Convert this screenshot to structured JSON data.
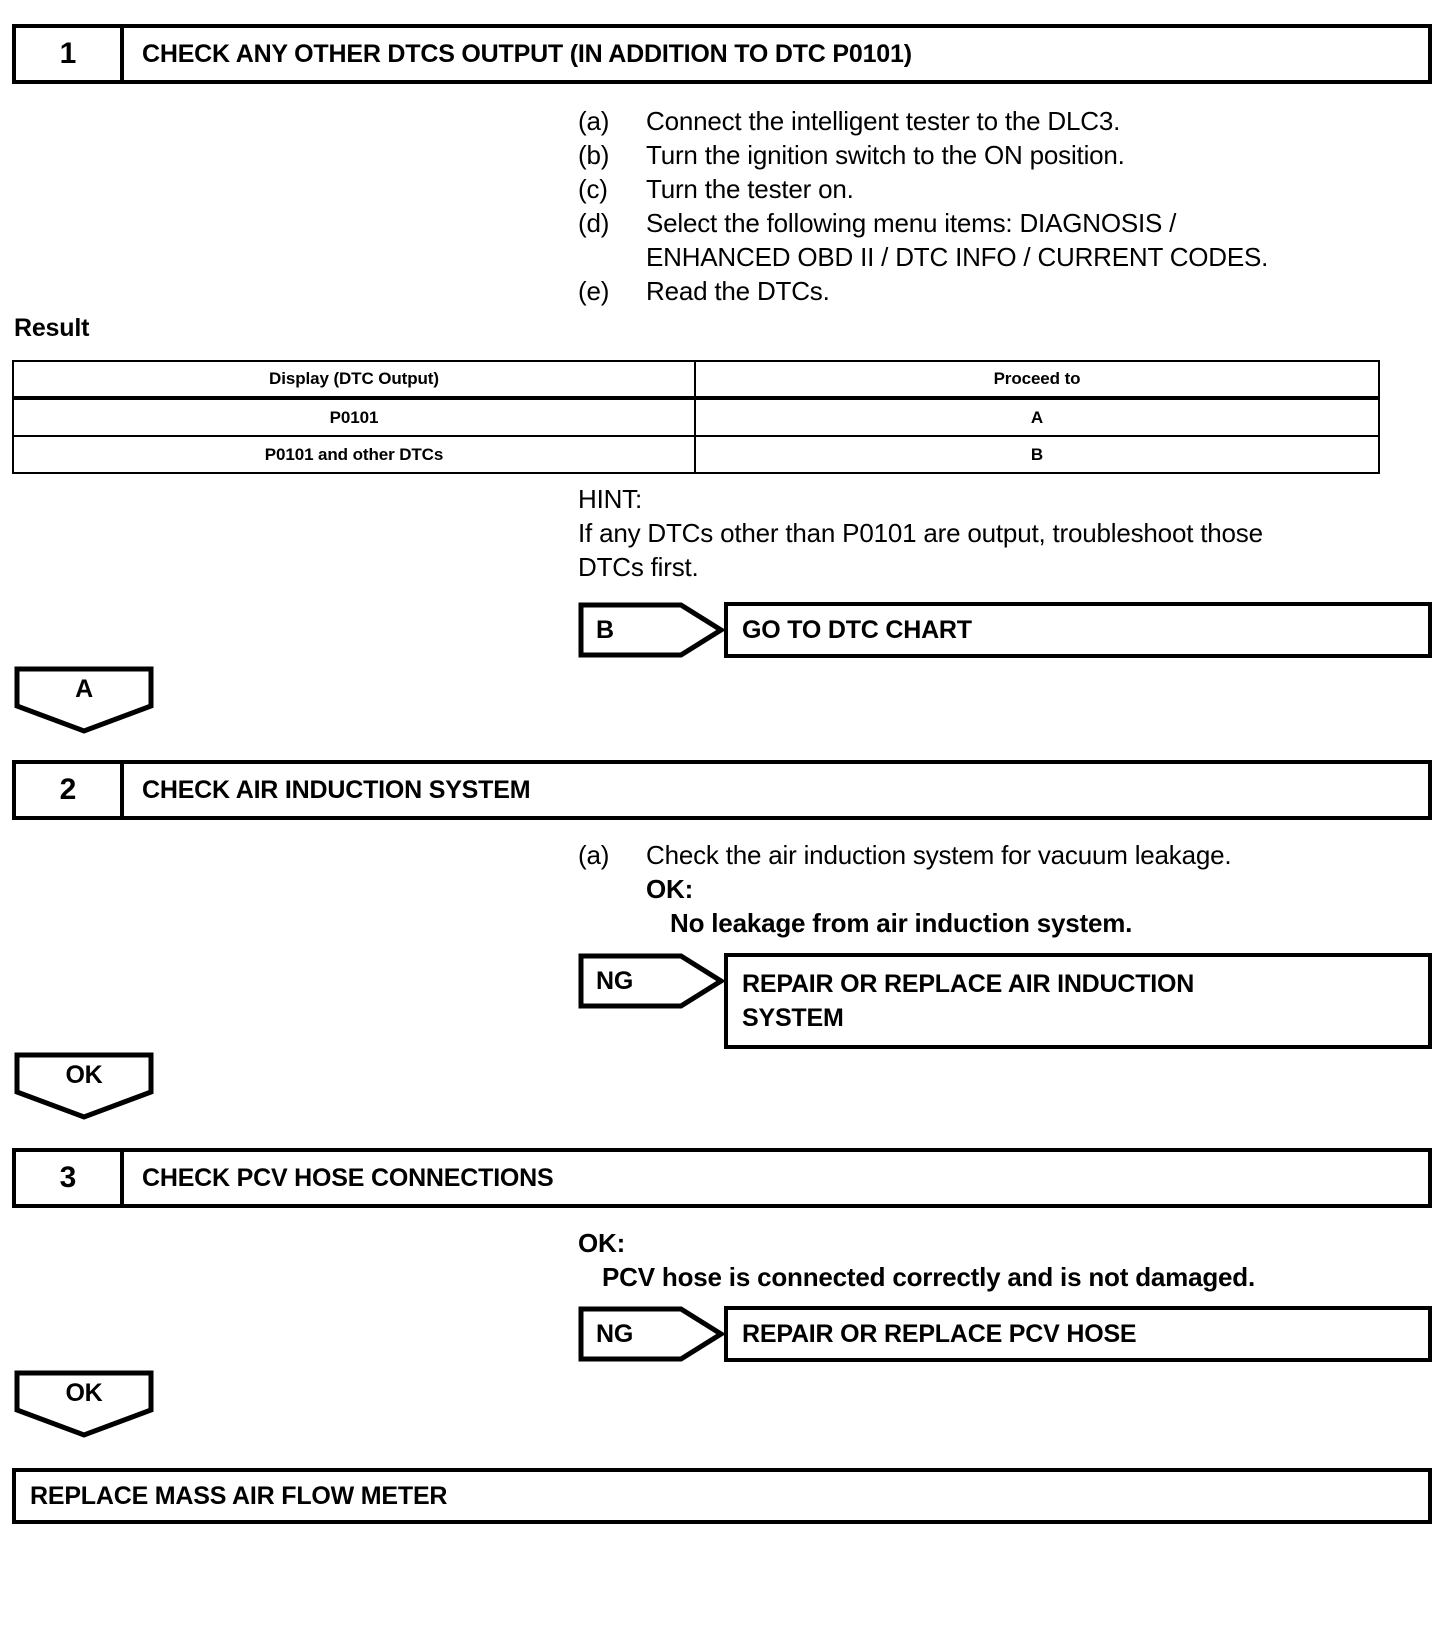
{
  "steps": [
    {
      "number": "1",
      "title": "CHECK ANY OTHER DTCS OUTPUT (IN ADDITION TO DTC P0101)",
      "procedures": [
        {
          "label": "(a)",
          "text": "Connect the intelligent tester to the DLC3."
        },
        {
          "label": "(b)",
          "text": "Turn the ignition switch to the ON position."
        },
        {
          "label": "(c)",
          "text": "Turn the tester on."
        },
        {
          "label": "(d)",
          "text": "Select the following menu items: DIAGNOSIS /"
        },
        {
          "label": "",
          "text": "ENHANCED OBD II / DTC INFO / CURRENT CODES."
        },
        {
          "label": "(e)",
          "text": "Read the DTCs."
        }
      ]
    },
    {
      "number": "2",
      "title": "CHECK AIR INDUCTION SYSTEM",
      "procedures": [
        {
          "label": "(a)",
          "text": "Check the air induction system for vacuum leakage."
        }
      ],
      "ok_label": "OK:",
      "ok_text": "No leakage from air induction system."
    },
    {
      "number": "3",
      "title": "CHECK PCV HOSE CONNECTIONS",
      "ok_label": "OK:",
      "ok_text": "PCV hose is connected correctly and is not damaged."
    }
  ],
  "result": {
    "label": "Result",
    "headers": [
      "Display (DTC Output)",
      "Proceed to"
    ],
    "rows": [
      [
        "P0101",
        "A"
      ],
      [
        "P0101 and other DTCs",
        "B"
      ]
    ]
  },
  "hint": {
    "title": "HINT:",
    "line1": "If any DTCs other than P0101 are output, troubleshoot those",
    "line2": "DTCs first."
  },
  "branches": [
    {
      "marker": "B",
      "outcome_line1": "GO TO DTC CHART",
      "outcome_line2": ""
    },
    {
      "marker": "NG",
      "outcome_line1": "REPAIR OR REPLACE AIR INDUCTION",
      "outcome_line2": "SYSTEM"
    },
    {
      "marker": "NG",
      "outcome_line1": "REPAIR OR REPLACE PCV HOSE",
      "outcome_line2": ""
    }
  ],
  "connectors": [
    {
      "marker": "A"
    },
    {
      "marker": "OK"
    },
    {
      "marker": "OK"
    }
  ],
  "final": {
    "text": "REPLACE MASS AIR FLOW METER"
  },
  "colors": {
    "ink": "#000000",
    "paper": "#ffffff"
  }
}
